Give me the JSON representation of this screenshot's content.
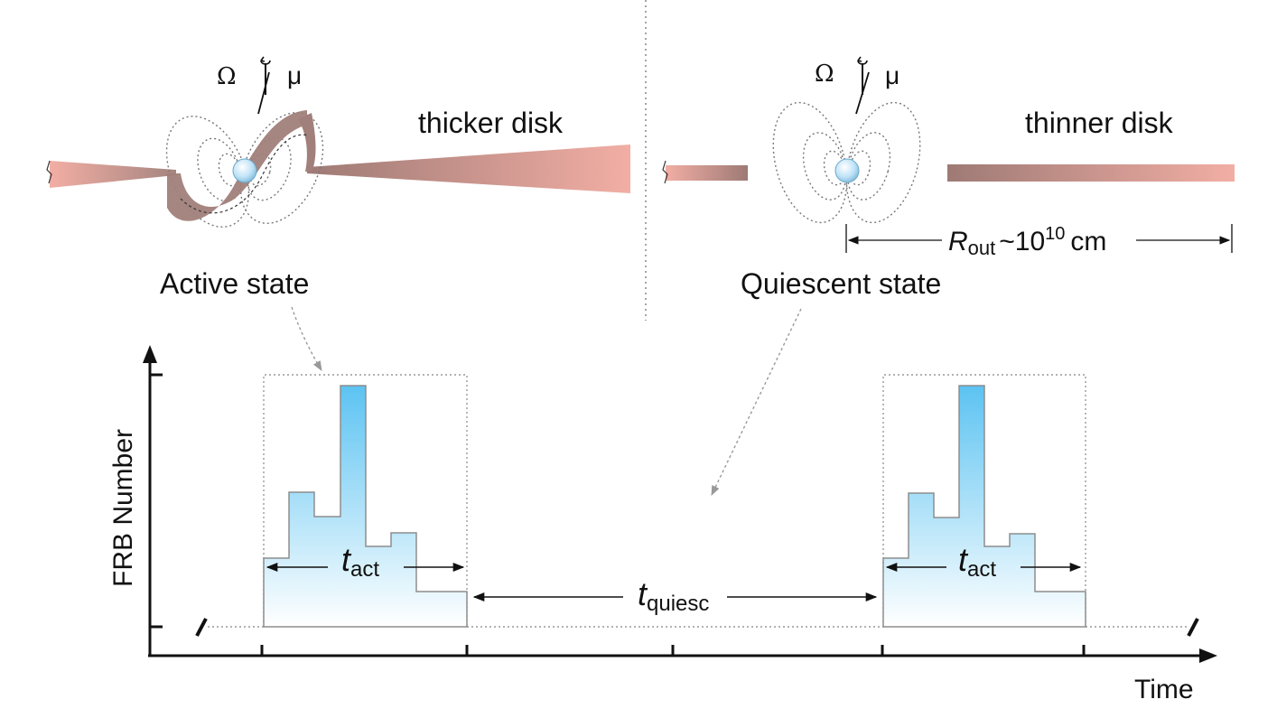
{
  "left_panel": {
    "omega": "Ω",
    "mu": "μ",
    "disk_label": "thicker disk",
    "state_label": "Active state"
  },
  "right_panel": {
    "omega": "Ω",
    "mu": "μ",
    "disk_label": "thinner disk",
    "state_label": "Quiescent state",
    "radius": {
      "symbol": "R",
      "subscript": "out",
      "approx": "~10",
      "exponent": "10",
      "unit": "cm"
    }
  },
  "plot": {
    "ylabel": "FRB Number",
    "xlabel": "Time",
    "t_active": {
      "symbol": "t",
      "subscript": "act"
    },
    "t_quiescent": {
      "symbol": "t",
      "subscript": "quiesc"
    },
    "colors": {
      "histogram_top": "#5cc3f2",
      "histogram_bottom": "#ffffff",
      "disk_pink": "#f2aea4",
      "disk_brown": "#9e7a75"
    }
  }
}
